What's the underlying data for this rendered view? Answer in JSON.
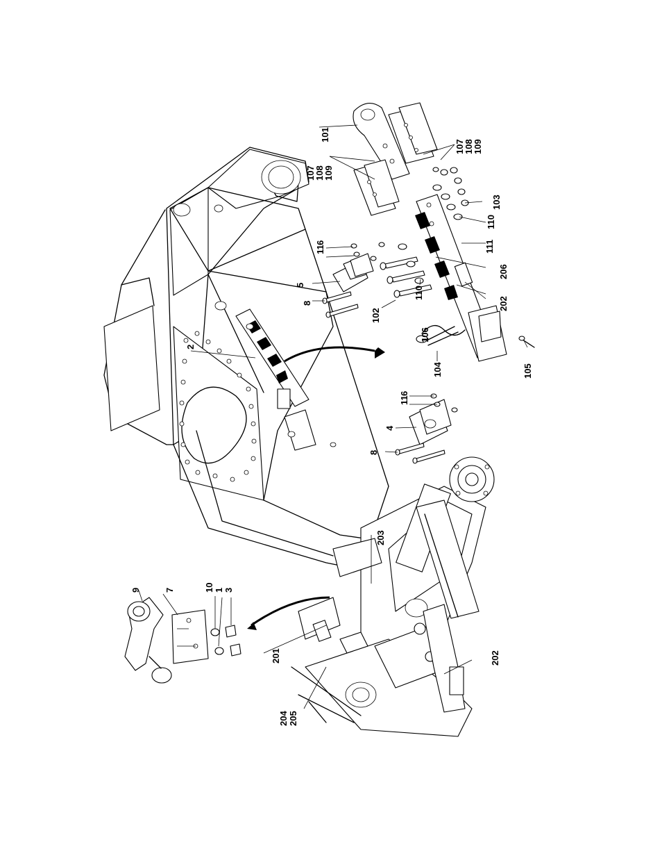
{
  "callouts": {
    "c101": "101",
    "c107a": "107",
    "c108a": "108",
    "c109a": "109",
    "c107b": "107",
    "c108b": "108",
    "c109b": "109",
    "c103": "103",
    "c110a": "110",
    "c111": "111",
    "c206": "206",
    "c202a": "202",
    "c110b": "110",
    "c102": "102",
    "c11a": "11",
    "c6a": "6",
    "c5": "5",
    "c8a": "8",
    "c2": "2",
    "c106": "106",
    "c104": "104",
    "c105": "105",
    "c11b": "11",
    "c6b": "6",
    "c4": "4",
    "c8b": "8",
    "c203": "203",
    "c9": "9",
    "c7": "7",
    "c10": "10",
    "c1": "1",
    "c3": "3",
    "c201": "201",
    "c202b": "202",
    "c204": "204",
    "c205": "205"
  }
}
